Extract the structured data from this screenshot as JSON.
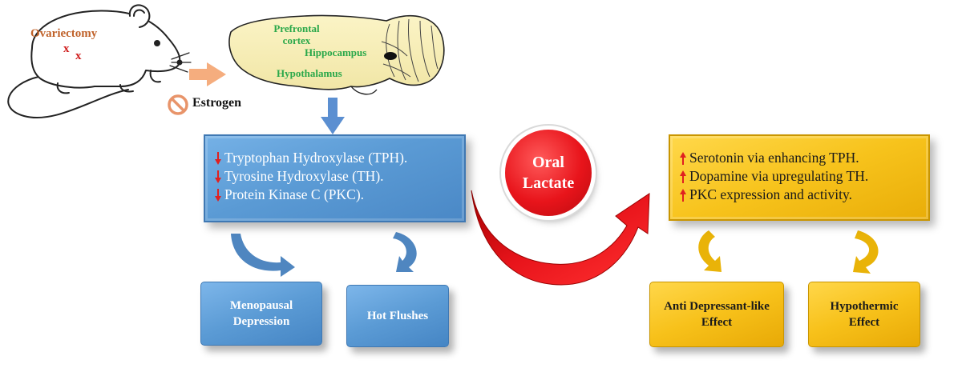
{
  "left": {
    "surgery_label": "Ovariectomy",
    "surgery_marks": [
      "x",
      "x"
    ],
    "hormone_label": "Estrogen",
    "brain_regions": [
      "Prefrontal cortex",
      "Hippocampus",
      "Hypothalamus"
    ]
  },
  "decrease_panel": {
    "items": [
      "Tryptophan Hydroxylase (TPH).",
      "Tyrosine Hydroxylase (TH).",
      "Protein Kinase C (PKC)."
    ]
  },
  "decrease_effects": [
    "Menopausal Depression",
    "Hot Flushes"
  ],
  "treatment": {
    "label": "Oral Lactate"
  },
  "increase_panel": {
    "items": [
      "Serotonin via enhancing TPH.",
      "Dopamine via upregulating TH.",
      "PKC expression and activity."
    ]
  },
  "increase_effects": [
    "Anti Depressant-like Effect",
    "Hypothermic Effect"
  ],
  "colors": {
    "blue": "#5b9bd5",
    "yellow": "#f7c31c",
    "red": "#e8141b",
    "orange_text": "#c0622a",
    "green_text": "#2aa84a",
    "down_arrow": "#e02020",
    "up_arrow": "#e02020"
  },
  "icons": [
    "mouse-illustration",
    "brain-illustration",
    "no-symbol-icon",
    "red-curved-arrow-icon"
  ]
}
